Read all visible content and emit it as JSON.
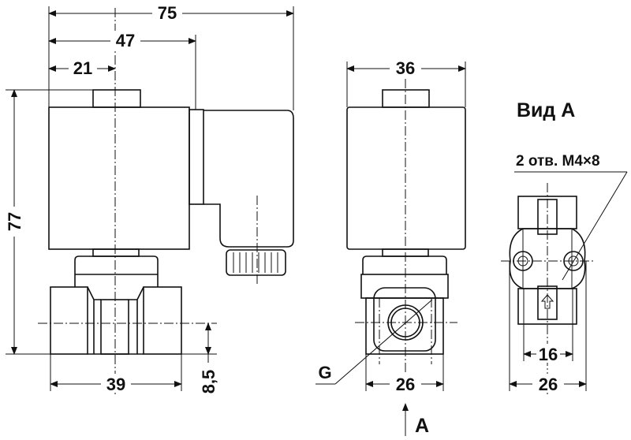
{
  "dimensions": {
    "overall_width": "75",
    "coil_to_connector": "47",
    "axis_offset": "21",
    "height": "77",
    "body_length": "39",
    "port_axis_height": "8,5",
    "front_width": "36",
    "front_body_width": "26",
    "view_hole_spacing": "16",
    "view_body_width": "26"
  },
  "labels": {
    "thread": "G",
    "view_arrow": "A",
    "view_title": "Вид А",
    "holes_note": "2 отв. М4×8"
  }
}
